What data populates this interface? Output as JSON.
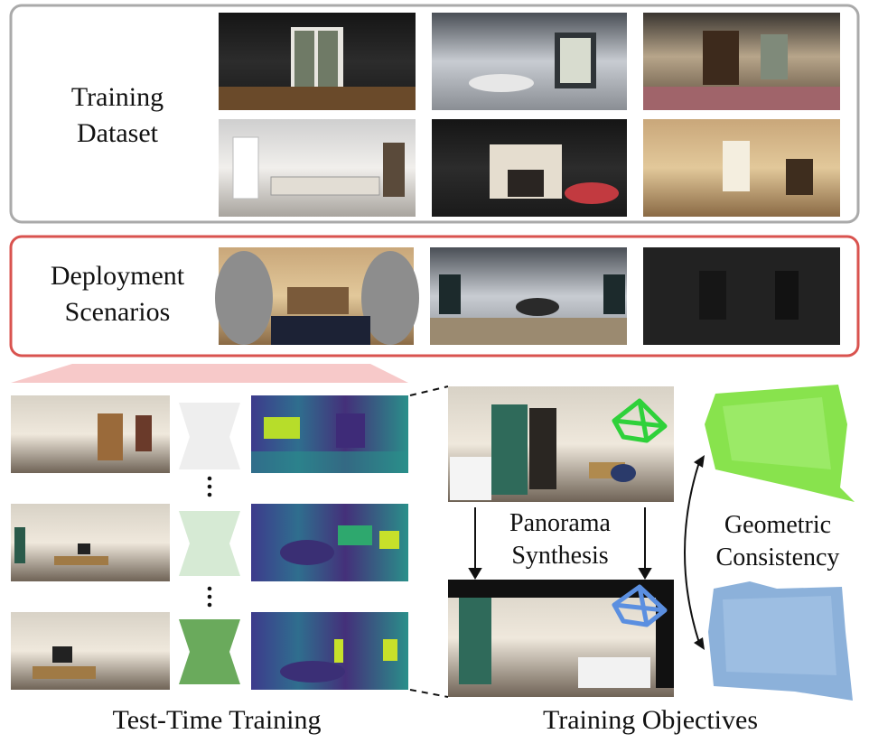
{
  "sections": {
    "training_dataset": {
      "label_line1": "Training",
      "label_line2": "Dataset"
    },
    "deployment": {
      "label_line1": "Deployment",
      "label_line2": "Scenarios"
    },
    "test_time": {
      "label": "Test-Time Training"
    },
    "objectives": {
      "label": "Training Objectives",
      "panorama_line1": "Panorama",
      "panorama_line2": "Synthesis",
      "geometric_line1": "Geometric",
      "geometric_line2": "Consistency"
    }
  },
  "colors": {
    "training_border": "#aaaaaa",
    "deployment_border": "#d9534f",
    "funnel": "#f7c9c9",
    "model_stage_1": "#eeeeee",
    "model_stage_2": "#d6ead4",
    "model_stage_3": "#6aaa5c",
    "cloud_green": "#7be03a",
    "cloud_blue": "#7fa8d6",
    "camera_green": "#2fd13a",
    "camera_blue": "#5b8fe0"
  },
  "icons": [
    "camera-frustum-icon",
    "double-arrow-icon",
    "down-arrow-icon",
    "ellipsis-icon"
  ]
}
